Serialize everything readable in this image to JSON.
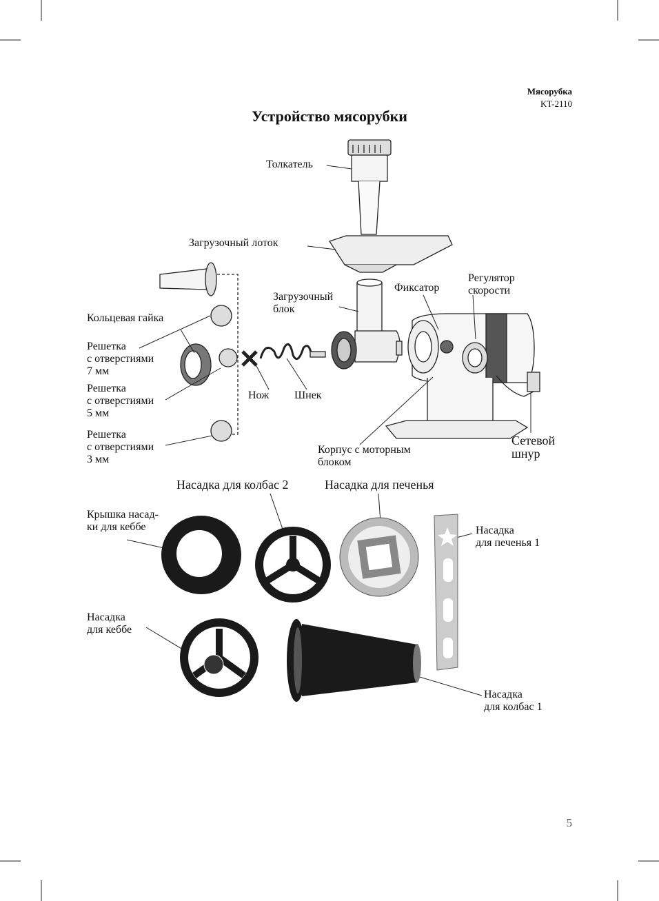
{
  "header": {
    "product": "Мясорубка",
    "model": "KT-2110"
  },
  "title": "Устройство мясорубки",
  "labels": {
    "pusher": "Толкатель",
    "tray": "Загрузочный лоток",
    "feed_block": "Загрузочный\nблок",
    "lock": "Фиксатор",
    "speed": "Регулятор\nскорости",
    "ring_nut": "Кольцевая гайка",
    "grid7": "Решетка\nс отверстиями\n7 мм",
    "grid5": "Решетка\nс отверстиями\n5 мм",
    "grid3": "Решетка\nс отверстиями\n3 мм",
    "knife": "Нож",
    "auger": "Шнек",
    "housing": "Корпус с моторным\nблоком",
    "cord": "Сетевой\nшнур",
    "sausage2": "Насадка для колбас 2",
    "cookie": "Насадка для печенья",
    "kebbe_cap": "Крышка насад-\nки для кеббе",
    "cookie1": "Насадка\nдля печенья 1",
    "kebbe": "Насадка\nдля кеббе",
    "sausage1": "Насадка\nдля колбас 1"
  },
  "page_number": "5"
}
